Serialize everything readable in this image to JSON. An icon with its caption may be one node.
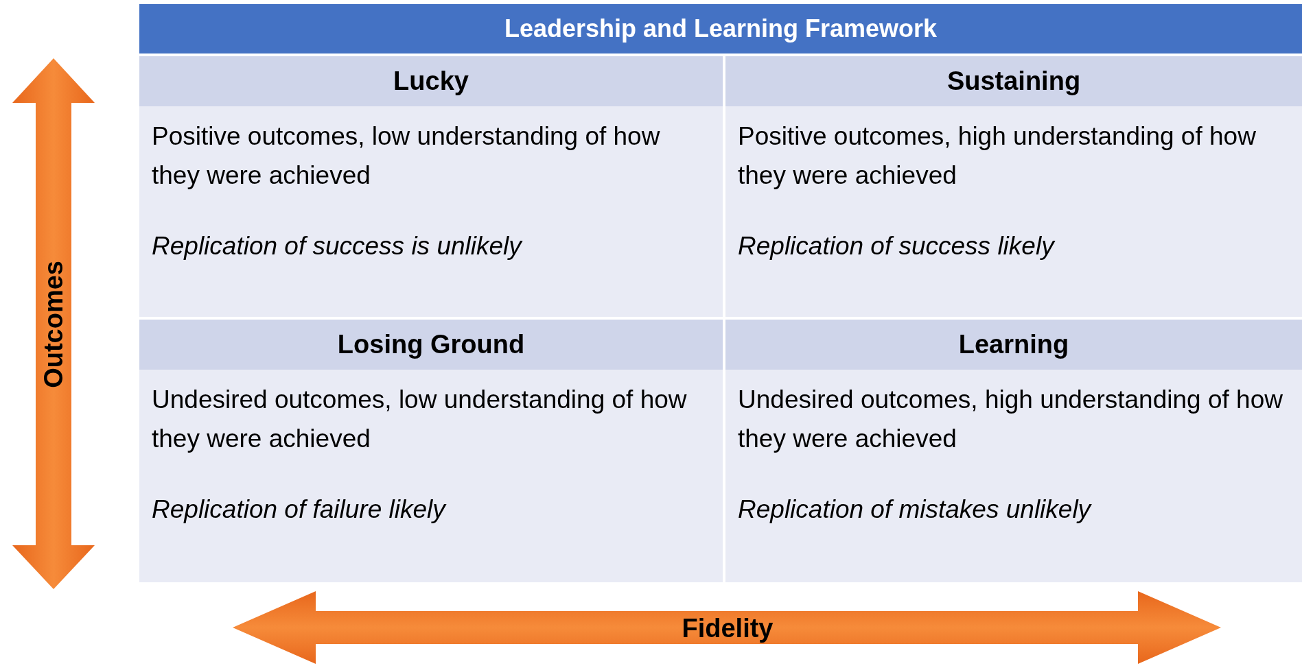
{
  "diagram": {
    "title": "Leadership and Learning Framework",
    "nodes": [
      {
        "text": [
          "Lucky",
          "Positive outcomes, low understanding of how they were achieved",
          "Replication of success is unlikely"
        ]
      },
      {
        "text": [
          "Sustaining",
          "Positive outcomes, high understanding of how they were achieved",
          "Replication of success likely"
        ]
      },
      {
        "text": [
          "Losing Ground",
          "Undesired outcomes, low understanding of how they were achieved",
          "Replication of failure likely"
        ]
      },
      {
        "text": [
          "Learning",
          "Undesired outcomes, high understanding of how they were achieved",
          "Replication of mistakes unlikely"
        ]
      }
    ],
    "labels": [
      "Outcomes",
      "Fidelity"
    ]
  }
}
